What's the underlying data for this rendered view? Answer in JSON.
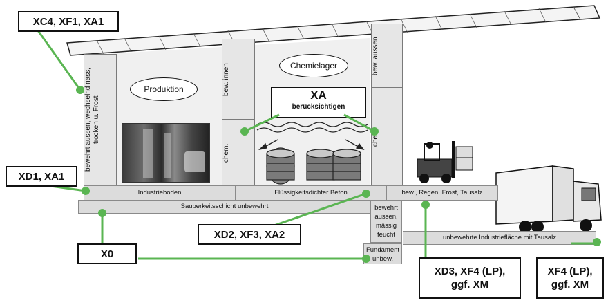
{
  "colors": {
    "connector": "#5ab552",
    "label_border": "#111111",
    "panel": "#dcdcdc"
  },
  "labels": {
    "xc4": "XC4, XF1, XA1",
    "xd1": "XD1, XA1",
    "xd2": "XD2, XF3, XA2",
    "x0": "X0",
    "xd3_line1": "XD3, XF4 (LP),",
    "xd3_line2": "ggf. XM",
    "xf4_line1": "XF4 (LP),",
    "xf4_line2": "ggf. XM"
  },
  "zones": {
    "left_wall": "bewehrt aussen, wechselnd nass, trocken u. Frost",
    "produktion": "Produktion",
    "bew_innen": "bew. innen",
    "chem_left": "chem.",
    "chemielager": "Chemielager",
    "xa_title": "XA",
    "xa_sub": "berücksichtigen",
    "bew_aussen": "bew. aussen",
    "chem_right": "chem."
  },
  "slabs": {
    "industrieboden": "Industrieboden",
    "fluessig": "Flüssigkeitsdichter Beton",
    "outdoor": "bew., Regen, Frost, Tausalz",
    "sauberkeit": "Sauberkeitsschicht unbewehrt",
    "bewehrt_line1": "bewehrt",
    "bewehrt_line2": "aussen,",
    "bewehrt_line3": "mässig",
    "bewehrt_line4": "feucht",
    "fundament_line1": "Fundament",
    "fundament_line2": "unbew.",
    "industrieflaeche": "unbewehrte Industriefläche mit Tausalz"
  },
  "icons": [
    "factory-photo-icon",
    "barrel-icon",
    "forklift-icon",
    "truck-icon",
    "wave-icon"
  ]
}
